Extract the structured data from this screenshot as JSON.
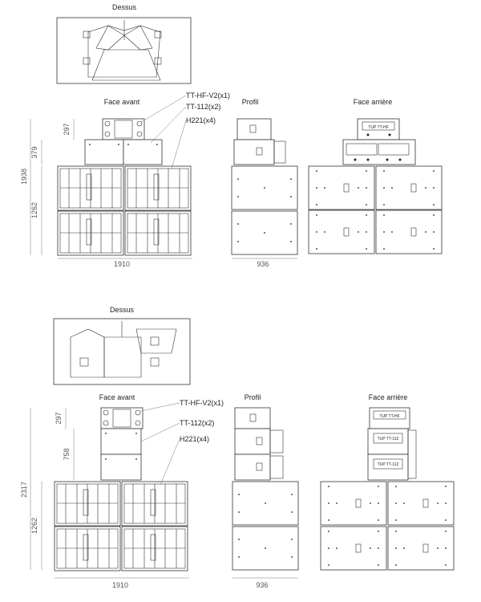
{
  "top": {
    "dessus": "Dessus",
    "face_avant": "Face avant",
    "profil": "Profil",
    "face_arriere": "Face arrière",
    "callouts": [
      "TT-HF-V2(x1)",
      "TT-112(x2)",
      "H221(x4)"
    ],
    "dims": {
      "d297": "297",
      "d379": "379",
      "d1938": "1938",
      "d1262": "1262",
      "d1910": "1910",
      "d936": "936"
    }
  },
  "bottom": {
    "dessus": "Dessus",
    "face_avant": "Face avant",
    "profil": "Profil",
    "face_arriere": "Face arrière",
    "callouts": [
      "TT-HF-V2(x1)",
      "TT-112(x2)",
      "H221(x4)"
    ],
    "dims": {
      "d297": "297",
      "d758": "758",
      "d2317": "2317",
      "d1262": "1262",
      "d1910": "1910",
      "d936": "936"
    }
  },
  "rear_labels": {
    "box": "TUP TT-HF",
    "tt112": "TUP TT-112"
  }
}
